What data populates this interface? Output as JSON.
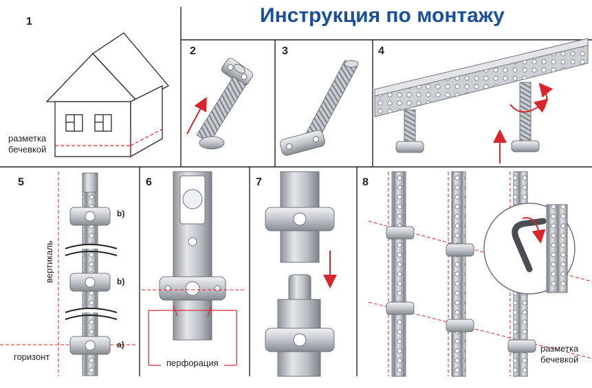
{
  "title": "Инструкция по монтажу",
  "steps": {
    "s1": "1",
    "s2": "2",
    "s3": "3",
    "s4": "4",
    "s5": "5",
    "s6": "6",
    "s7": "7",
    "s8": "8"
  },
  "labels": {
    "marking_line1": "разметка",
    "marking_line2": "бечевкой",
    "vertical": "вертикаль",
    "horizon": "горизонт",
    "perforation": "перфорация",
    "b1": "b)",
    "b2": "b)",
    "a": "a)",
    "marking8_line1": "разметка",
    "marking8_line2": "бечевкой"
  },
  "colors": {
    "title": "#1a4f9c",
    "accent_red": "#d7262c",
    "metal": "#c3c7cc",
    "metal_dark": "#8c9197",
    "divider": "#222222"
  }
}
